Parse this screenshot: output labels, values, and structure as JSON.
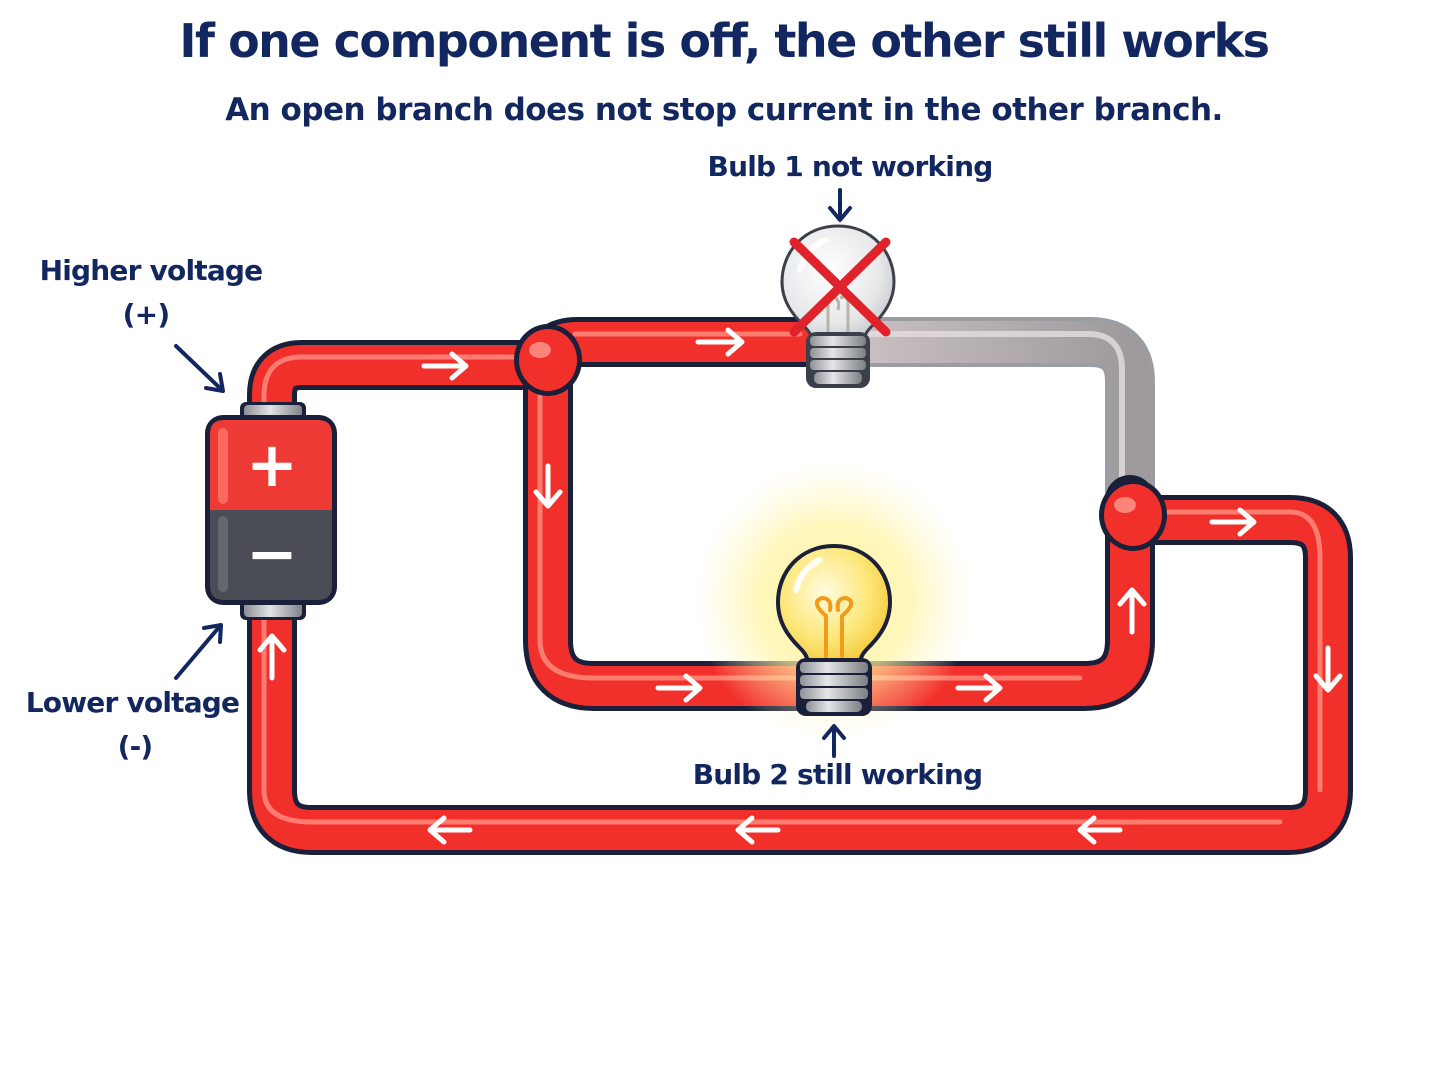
{
  "title": "If one component is off, the other still works",
  "subtitle": "An open branch does not stop current in the other branch.",
  "labels": {
    "higher_voltage": "Higher voltage",
    "higher_sign": "(+)",
    "lower_voltage": "Lower voltage",
    "lower_sign": "(-)",
    "bulb1": "Bulb 1 not working",
    "bulb2": "Bulb 2 still working"
  },
  "battery": {
    "positive_symbol": "+",
    "negative_symbol": "−"
  },
  "colors": {
    "text": "#12275f",
    "wire": "#f2302b",
    "wire_outline": "#1a1f3a",
    "open_wire": "#b5aeb0",
    "battery_top": "#ee3a35",
    "battery_bottom": "#4a4d55",
    "bulb_glow": "#fff2a0",
    "broken_x": "#e0222a"
  }
}
